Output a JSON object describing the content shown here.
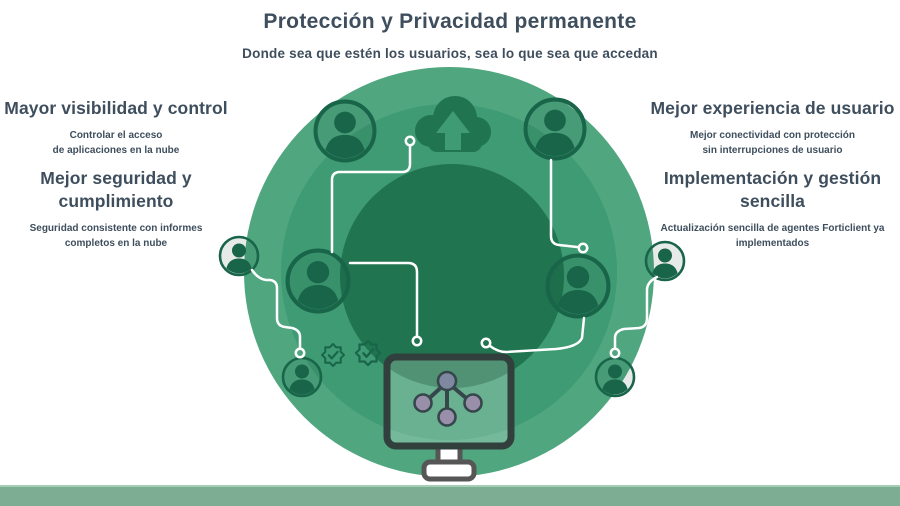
{
  "title": "Protección y Privacidad permanente",
  "subtitle": "Donde sea que estén los usuarios, sea lo que sea que accedan",
  "benefits": [
    {
      "id": "visibility",
      "heading_lines": [
        "Mayor visibilidad y control"
      ],
      "sub_lines": [
        "Controlar el acceso",
        "de aplicaciones en la nube"
      ]
    },
    {
      "id": "security",
      "heading_lines": [
        "Mejor seguridad y",
        "cumplimiento"
      ],
      "sub_lines": [
        "Seguridad consistente con informes",
        "completos en la nube"
      ]
    },
    {
      "id": "experience",
      "heading_lines": [
        "Mejor experiencia de usuario"
      ],
      "sub_lines": [
        "Mejor conectividad con protección",
        "sin interrupciones de usuario"
      ]
    },
    {
      "id": "deployment",
      "heading_lines": [
        "Implementación y gestión",
        "sencilla"
      ],
      "sub_lines": [
        "Actualización sencilla de agentes Forticlient ya",
        "implementados"
      ]
    }
  ],
  "icons": {
    "center_top": "cloud-upload-icon",
    "users": "user-avatar-icon",
    "validation": "gear-check-icon",
    "endpoint": "monitor-network-icon"
  },
  "colors": {
    "heading_text": "#3e4e5d",
    "circle_outer": "#4fa67f",
    "circle_middle": "#3f9b73",
    "circle_center": "#20744f",
    "icon_dark_green": "#19654a",
    "connector_white": "#ffffff",
    "bottom_bar": "#7dae94",
    "bottom_bar_edge": "#a6cdb5",
    "monitor_frame": "#31403d",
    "stand_gray": "#565656",
    "node_purple": "#998fab",
    "node_purple_top": "#7e88a0",
    "node_stroke": "#35474a"
  }
}
